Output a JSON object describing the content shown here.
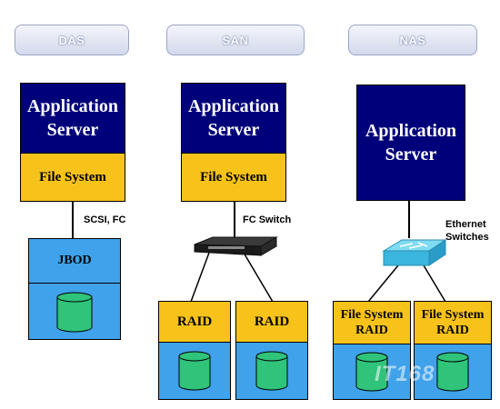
{
  "headers": {
    "das": "DAS",
    "san": "SAN",
    "nas": "NAS"
  },
  "das": {
    "app_server": "Application\nServer",
    "file_system": "File System",
    "link": "SCSI, FC",
    "storage": "JBOD"
  },
  "san": {
    "app_server": "Application\nServer",
    "file_system": "File System",
    "switch": "FC Switch",
    "raid_left": "RAID",
    "raid_right": "RAID"
  },
  "nas": {
    "app_server": "Application\nServer",
    "switch": "Ethernet\nSwitches",
    "fs_raid_left": "File System\nRAID",
    "fs_raid_right": "File System\nRAID"
  },
  "watermark": "IT168",
  "colors": {
    "server": "#00007a",
    "file_system": "#f7c31a",
    "storage": "#3fa2ea",
    "cylinder": "#2fc47a"
  }
}
